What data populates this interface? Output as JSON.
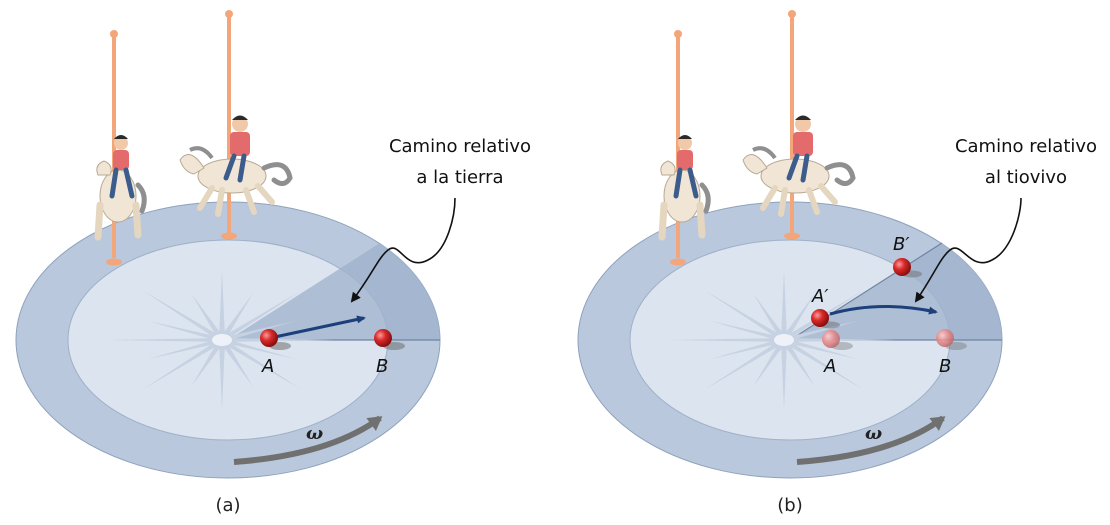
{
  "panels": [
    {
      "caption": "(a)",
      "callout_lines": [
        "Camino relativo",
        "a la tierra"
      ],
      "point_labels": {
        "A": "A",
        "B": "B"
      },
      "omega": "ω"
    },
    {
      "caption": "(b)",
      "callout_lines": [
        "Camino relativo",
        "al tiovivo"
      ],
      "point_labels": {
        "A": "A",
        "B": "B",
        "A_prime": "A′",
        "B_prime": "B′"
      },
      "omega": "ω"
    }
  ],
  "colors": {
    "outer_disk": "#b9c8dc",
    "inner_disk": "#dce4ef",
    "sector": "#9fb2cc",
    "arrow_path": "#1d3f7a",
    "ball": "#d82a2a",
    "omega_arrow": "#707070",
    "pole": "#f3a67a"
  },
  "icons": [
    "compass-star-icon",
    "horse-icon",
    "rider-icon",
    "carousel-pole-icon"
  ]
}
